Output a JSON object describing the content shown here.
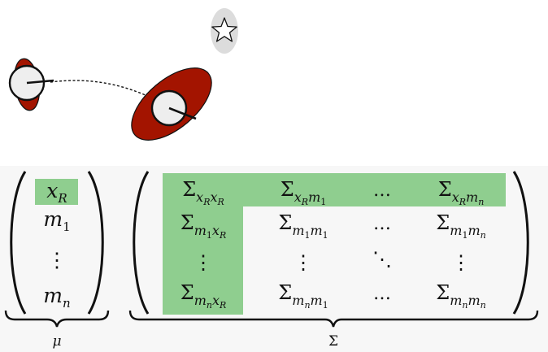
{
  "colors": {
    "ellipse": "#a31400",
    "highlight": "#8fce8f",
    "star_bg": "#dcdcdc",
    "robot_fill": "#eeeeee",
    "ink": "#111111"
  },
  "icons": [
    "robot-pose-icon",
    "landmark-star-icon"
  ],
  "mu": {
    "label": "μ",
    "entries": [
      "x_R",
      "m_1",
      "⋮",
      "m_n"
    ]
  },
  "sigma": {
    "label": "Σ",
    "symbol": "Σ",
    "row_indices": [
      "x_R",
      "m_1",
      "⋮",
      "m_n"
    ],
    "dots": [
      "…",
      "⋮",
      "⋱"
    ]
  }
}
